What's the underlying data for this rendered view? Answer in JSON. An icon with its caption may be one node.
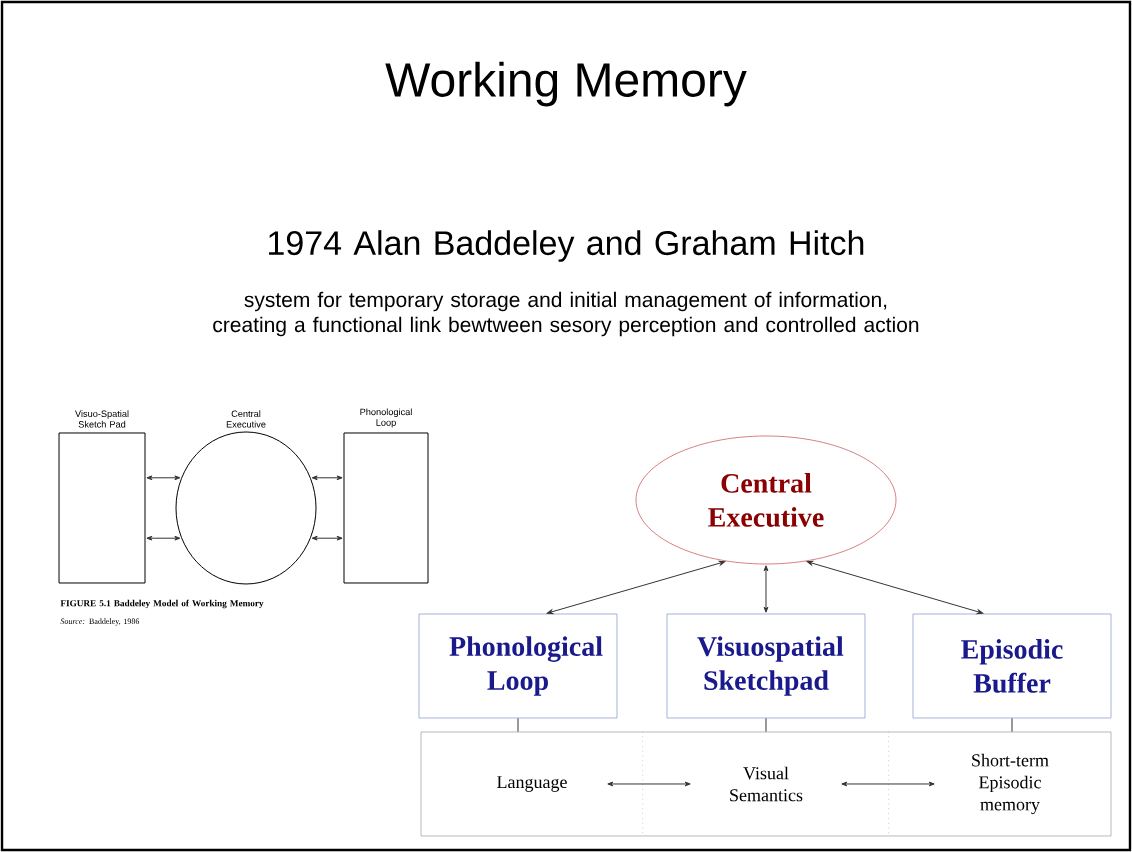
{
  "diagram": {
    "title": "Working Memory",
    "nodes": [
      {
        "text": [
          "Visuo-Spatial Sketch Pad"
        ]
      },
      {
        "text": [
          "Central Executive"
        ]
      },
      {
        "text": [
          "Phonological Loop"
        ]
      },
      {
        "text": [
          "Central Executive"
        ]
      },
      {
        "text": [
          "Phonological Loop"
        ]
      },
      {
        "text": [
          "Visuospatial Sketchpad"
        ]
      },
      {
        "text": [
          "Episodic Buffer"
        ]
      },
      {
        "text": [],
        "shape": "box"
      },
      {
        "text": [
          "Language"
        ],
        "in": 7
      },
      {
        "text": [
          "Visual Semantics"
        ],
        "in": 7
      },
      {
        "text": [
          "Short-term Episodic memory"
        ],
        "in": 7
      }
    ],
    "edges": [
      {
        "from": 0,
        "to": 1,
        "arrow": "both"
      },
      {
        "from": 0,
        "to": 1,
        "arrow": "both"
      },
      {
        "from": 1,
        "to": 2,
        "arrow": "both"
      },
      {
        "from": 1,
        "to": 2,
        "arrow": "both"
      },
      {
        "from": 3,
        "to": 4,
        "arrow": "both"
      },
      {
        "from": 3,
        "to": 5,
        "arrow": "both"
      },
      {
        "from": 3,
        "to": 6,
        "arrow": "both"
      },
      {
        "from": 4,
        "to": 7,
        "arrow": "none"
      },
      {
        "from": 5,
        "to": 7,
        "arrow": "none"
      },
      {
        "from": 6,
        "to": 7,
        "arrow": "none"
      },
      {
        "from": 8,
        "to": 9,
        "arrow": "both"
      },
      {
        "from": 9,
        "to": 10,
        "arrow": "both"
      }
    ],
    "labels": [
      "1974 Alan Baddeley and Graham Hitch",
      "system for temporary storage and initial management of information, creating a functional link bewtween sesory perception and controlled action",
      "FIGURE 5.1 Baddeley Model of Working Memory",
      "*Source:* Baddeley, 1986"
    ]
  }
}
